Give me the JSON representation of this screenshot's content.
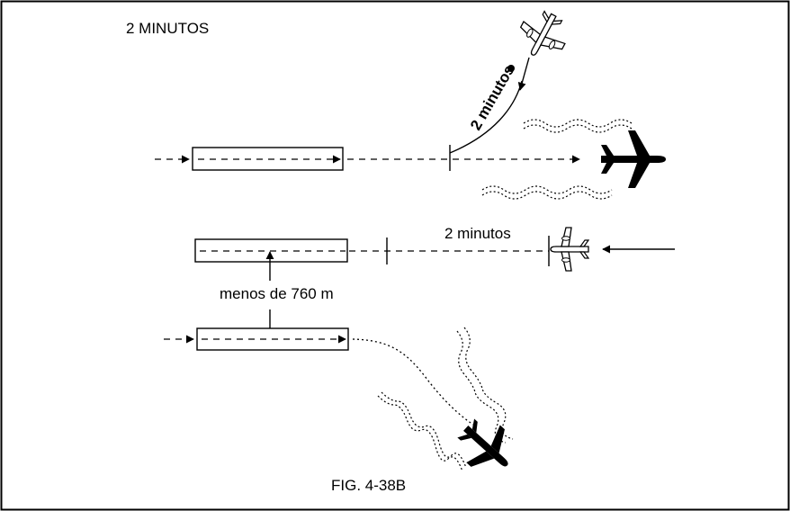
{
  "labels": {
    "heading": "2 MINUTOS",
    "curve_time": "2 minutos",
    "middle_time": "2 minutos",
    "separation": "menos de 760 m",
    "figure_caption": "FIG. 4-38B"
  },
  "icons": {
    "approaching_aircraft": "twin-engine-airplane-outline",
    "departed_aircraft": "jet-airplane-silhouette",
    "arriving_aircraft": "twin-engine-airplane-outline",
    "diverging_aircraft": "jet-airplane-silhouette",
    "wake_turbulence": "wake-vortex-wave"
  },
  "colors": {
    "ink": "#000000",
    "background": "#ffffff"
  }
}
